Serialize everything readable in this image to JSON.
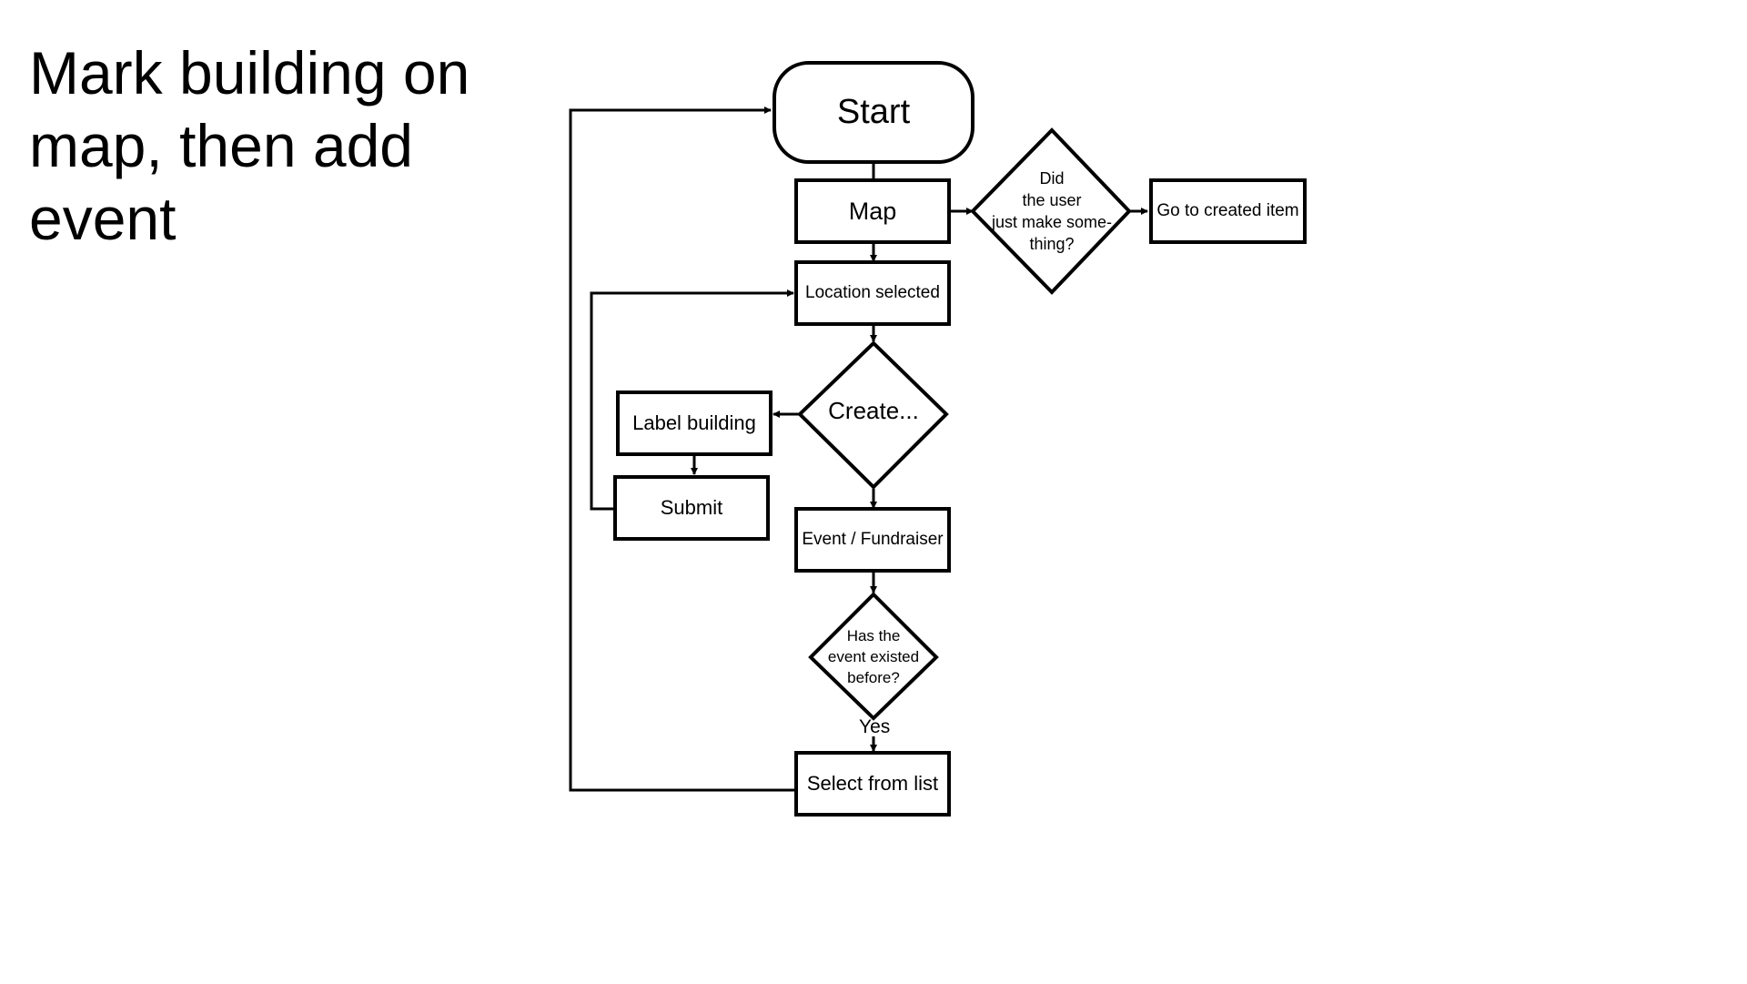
{
  "title_lines": [
    "Mark building on",
    "map, then add",
    "event"
  ],
  "nodes": {
    "start": "Start",
    "map": "Map",
    "did_user": [
      "Did",
      "the user",
      "just make some-",
      "thing?"
    ],
    "go_to_created": "Go to created item",
    "location_selected": "Location selected",
    "create": "Create...",
    "label_building": "Label building",
    "submit": "Submit",
    "event_fundraiser": "Event / Fundraiser",
    "has_event": [
      "Has the",
      "event existed",
      "before?"
    ],
    "select_from_list": "Select from list"
  },
  "edge_labels": {
    "yes": "Yes"
  }
}
